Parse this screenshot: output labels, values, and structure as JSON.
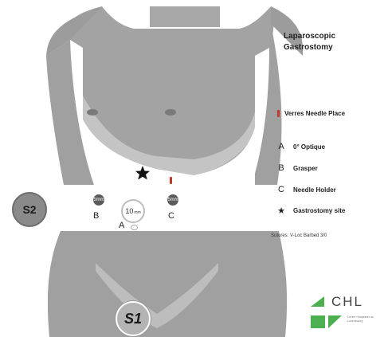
{
  "title": "Laparoscopic Gastrostomy",
  "ports": {
    "s2": "S2",
    "s1": "S1",
    "b_port_size": "5mm",
    "c_port_size": "5mm",
    "a_port_size": "10",
    "a_port_unit": "mm",
    "label_a": "A",
    "label_b": "B",
    "label_c": "C"
  },
  "legend": {
    "needle_label": "Verres Needle Place",
    "items": [
      {
        "key": "A",
        "label": "0° Optique"
      },
      {
        "key": "B",
        "label": "Grasper"
      },
      {
        "key": "C",
        "label": "Needle Holder"
      },
      {
        "key": "★",
        "label": "Gastrostomy site"
      }
    ]
  },
  "sutures": "Sutures: V-Loc Barbed 3/0",
  "logo": {
    "name": "CHL",
    "subtitle": "Centre Hospitalier du Luxembourg",
    "color_green": "#4caf50"
  },
  "colors": {
    "skin": "#a0a0a0",
    "shade": "#8a8a8a",
    "needle": "#c0392b"
  }
}
